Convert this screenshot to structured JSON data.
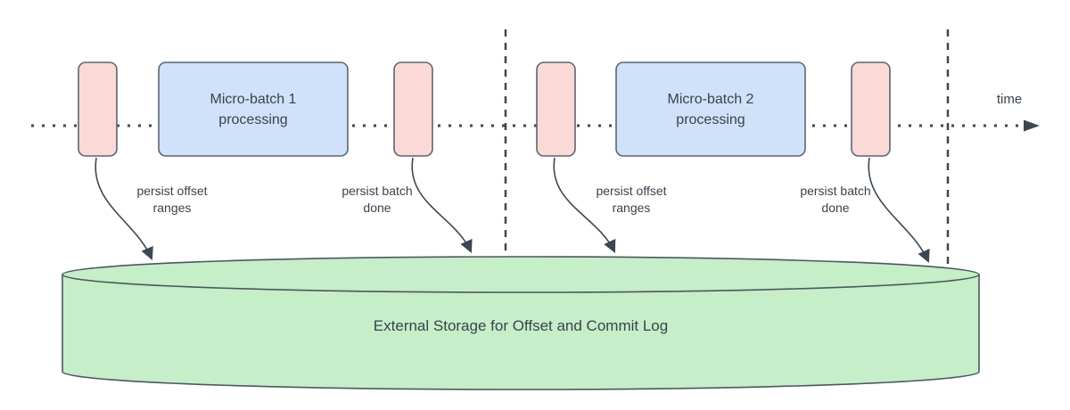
{
  "timeline": {
    "label": "time"
  },
  "batches": [
    {
      "label": "Micro-batch 1\nprocessing"
    },
    {
      "label": "Micro-batch 2\nprocessing"
    }
  ],
  "annotations": [
    {
      "label": "persist offset\nranges"
    },
    {
      "label": "persist batch\ndone"
    },
    {
      "label": "persist offset\nranges"
    },
    {
      "label": "persist batch\ndone"
    }
  ],
  "storage": {
    "label": "External Storage for Offset and Commit Log"
  },
  "colors": {
    "line": "#3d4752",
    "shape_stroke": "#5d666f",
    "storage_stroke": "#4d5761",
    "offset_marker_fill": "#fbd9d7",
    "batch_fill": "#cfe2f9",
    "storage_fill": "#c6eec8"
  }
}
